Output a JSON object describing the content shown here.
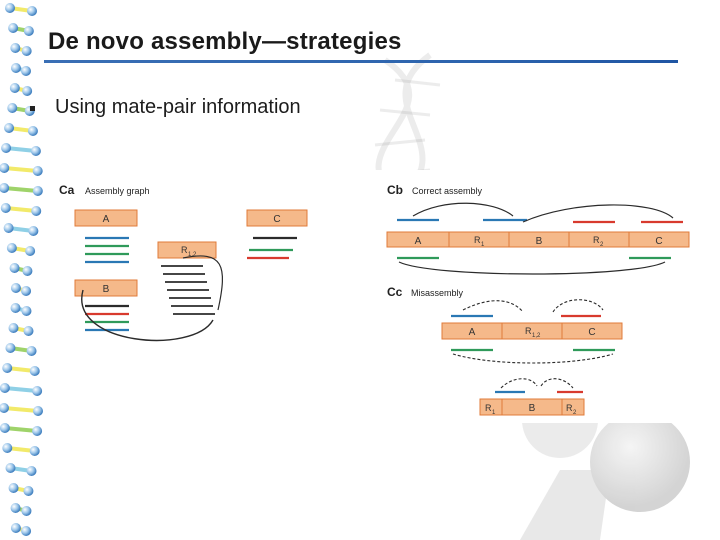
{
  "slide": {
    "title": "De novo assembly—strategies",
    "bullet": "Using mate-pair information"
  },
  "figure": {
    "panel_ca": {
      "tag": "Ca",
      "caption": "Assembly graph"
    },
    "panel_cb": {
      "tag": "Cb",
      "caption": "Correct assembly"
    },
    "panel_cc": {
      "tag": "Cc",
      "caption": "Misassembly"
    },
    "contigs": {
      "a": "A",
      "b": "B",
      "c": "C",
      "r1": "R",
      "r1_sub": "1",
      "r2": "R",
      "r2_sub": "2",
      "r12": "R",
      "r12_sub": "1,2"
    }
  },
  "colors": {
    "contig_fill": "#f5b98a",
    "contig_stroke": "#e07b39",
    "read_blue": "#2a78b4",
    "read_green": "#2f9a5a",
    "read_red": "#d83a2e",
    "read_black": "#2b2b2b",
    "title_rule": "#2c63ad"
  }
}
